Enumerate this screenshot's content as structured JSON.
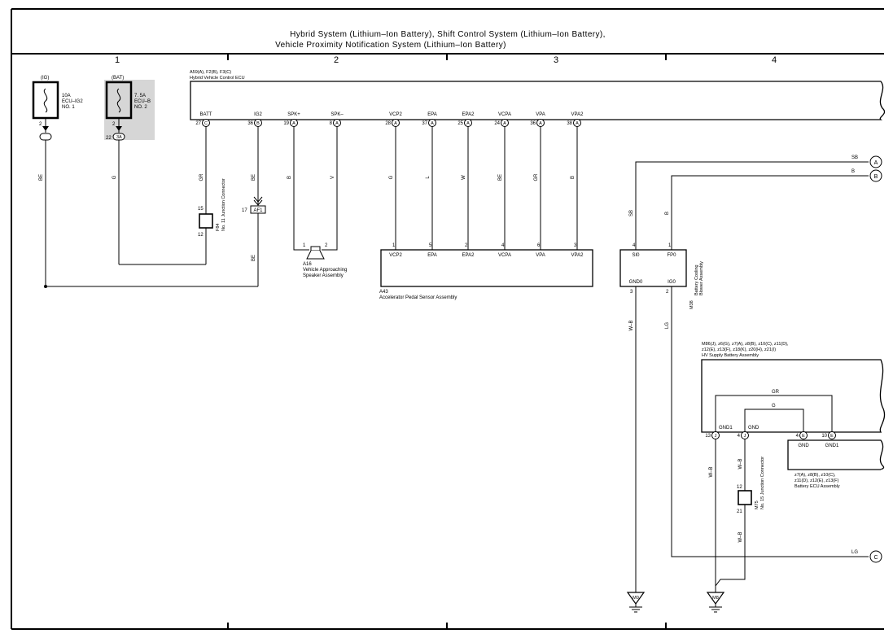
{
  "title": {
    "line1": "Hybrid System (Lithium–Ion Battery),  Shift Control System (Lithium–Ion Battery),",
    "line2": "Vehicle Proximity Notification System (Lithium–Ion Battery)"
  },
  "columns": [
    "1",
    "2",
    "3",
    "4"
  ],
  "fuses": {
    "ig": {
      "group": "(IG)",
      "rating": "10A",
      "name1": "ECU–IG2",
      "name2": "NO. 1",
      "pin": "2"
    },
    "bat": {
      "group": "(BAT)",
      "rating": "7. 5A",
      "name1": "ECU–B",
      "name2": "NO. 2",
      "pin": "2",
      "conn_pin": "22",
      "conn_code": "3A"
    }
  },
  "ecu": {
    "codes": "A59(A), F2(B), F3(C)",
    "name": "Hybrid Vehicle Control ECU",
    "pins": [
      {
        "label": "BATT",
        "num": "27",
        "code": "C"
      },
      {
        "label": "IG2",
        "num": "36",
        "code": "B"
      },
      {
        "label": "SPK+",
        "num": "19",
        "code": "A"
      },
      {
        "label": "SPK–",
        "num": "8",
        "code": "A"
      },
      {
        "label": "VCP2",
        "num": "28",
        "code": "A"
      },
      {
        "label": "EPA",
        "num": "37",
        "code": "A"
      },
      {
        "label": "EPA2",
        "num": "25",
        "code": "A"
      },
      {
        "label": "VCPA",
        "num": "24",
        "code": "A"
      },
      {
        "label": "VPA",
        "num": "36",
        "code": "A"
      },
      {
        "label": "VPA2",
        "num": "38",
        "code": "A"
      }
    ]
  },
  "wire_colors": {
    "ig_fuse": "BE",
    "bat_fuse": "G",
    "batt": "GR",
    "ig2_top": "BE",
    "ig2_bottom": "BE",
    "spk_pos": "B",
    "spk_neg": "V",
    "vcp2": "G",
    "epa": "L",
    "epa2": "W",
    "vcpa": "BE",
    "vpa": "GR",
    "vpa2": "B",
    "sb_label": "SB",
    "b_label": "B",
    "blower_sb": "SB",
    "blower_b": "B",
    "gnd0": "W–B",
    "ig0": "LG",
    "lg_label": "LG",
    "gr_loop": "GR",
    "g_loop": "G",
    "gnd1_wire": "W–B",
    "gnd_wire": "W–B",
    "m75_down": "W–B"
  },
  "junction_f84": {
    "pin_top": "15",
    "pin_bottom": "12",
    "code": "F84",
    "name": "No. 11 Junction Connector"
  },
  "connector_af1": {
    "pin": "17",
    "code": "AF1"
  },
  "speaker": {
    "pin1": "1",
    "pin2": "2",
    "code": "A16",
    "name1": "Vehicle Approaching",
    "name2": "Speaker Assembly"
  },
  "pedal": {
    "code": "A43",
    "name": "Accelerator Pedal Sensor Assembly",
    "pins": [
      {
        "num": "1",
        "label": "VCP2"
      },
      {
        "num": "5",
        "label": "EPA"
      },
      {
        "num": "2",
        "label": "EPA2"
      },
      {
        "num": "4",
        "label": "VCPA"
      },
      {
        "num": "6",
        "label": "VPA"
      },
      {
        "num": "3",
        "label": "VPA2"
      }
    ]
  },
  "blower": {
    "code": "M38",
    "name1": "Battery Cooling",
    "name2": "Blower Assembly",
    "pins": [
      {
        "num": "4",
        "label": "SI0"
      },
      {
        "num": "1",
        "label": "FP0"
      },
      {
        "num": "3",
        "label": "GND0"
      },
      {
        "num": "2",
        "label": "IG0"
      }
    ]
  },
  "hv_battery": {
    "codes1": "M86(J), z6(G), z7(A), z8(B), z10(C), z11(D),",
    "codes2": "z12(E), z13(F), z18(K), z20(H), z21(I)",
    "name": "HV Supply Battery Assembly",
    "pins": [
      {
        "label": "GND1",
        "num": "13",
        "code": "J"
      },
      {
        "label": "GND",
        "num": "4",
        "code": "J"
      },
      {
        "label": "GND",
        "num": "4",
        "code": "E"
      },
      {
        "label": "GND1",
        "num": "10",
        "code": "E"
      }
    ]
  },
  "battery_ecu": {
    "codes1": "z7(A), z8(B), z10(C),",
    "codes2": "z11(D), z12(E), z13(F)",
    "name": "Battery ECU Assembly"
  },
  "junction_m75": {
    "pin_top": "12",
    "pin_bottom": "21",
    "code": "M75",
    "name": "No. 15 Junction Connector"
  },
  "offpage": [
    "A",
    "B",
    "C"
  ],
  "grounds": [
    "M0",
    "M8"
  ]
}
